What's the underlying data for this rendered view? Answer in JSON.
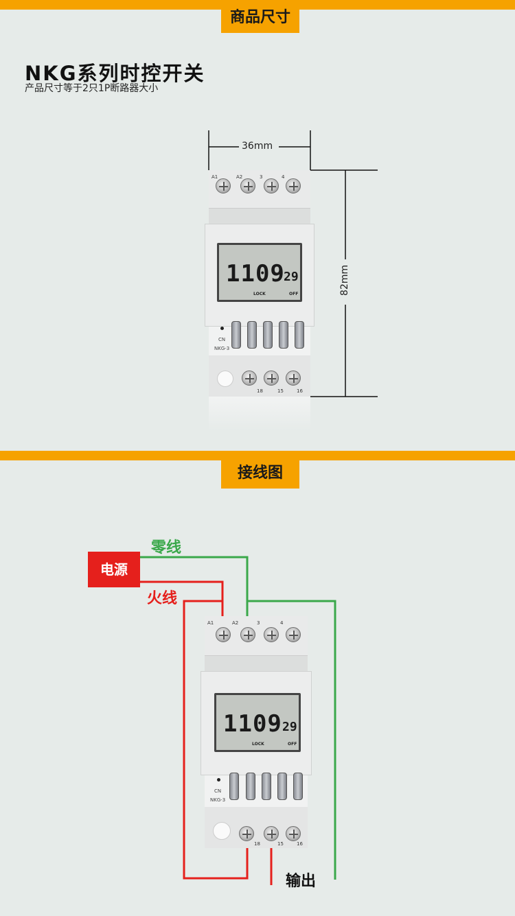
{
  "section1": {
    "tag": "商品尺寸",
    "title": "NKG系列时控开关",
    "subtitle": "产品尺寸等于2只1P断路器大小",
    "width_label": "36mm",
    "height_label": "82mm"
  },
  "section2": {
    "tag": "接线图",
    "neutral_label": "零线",
    "power_label": "电源",
    "live_label": "火线",
    "output_label": "输出"
  },
  "device": {
    "top_terminals": [
      "A1",
      "A2",
      "3",
      "4"
    ],
    "bottom_terminals": [
      "18",
      "15",
      "16"
    ],
    "time_digits": "1109",
    "seconds": "29",
    "lcd_left_label": "LOCK",
    "lcd_right_label": "OFF",
    "brand": "CN",
    "model": "NKG-3"
  },
  "colors": {
    "accent": "#f6a200",
    "neutral_wire": "#3aa84a",
    "live_wire": "#e5201c"
  }
}
